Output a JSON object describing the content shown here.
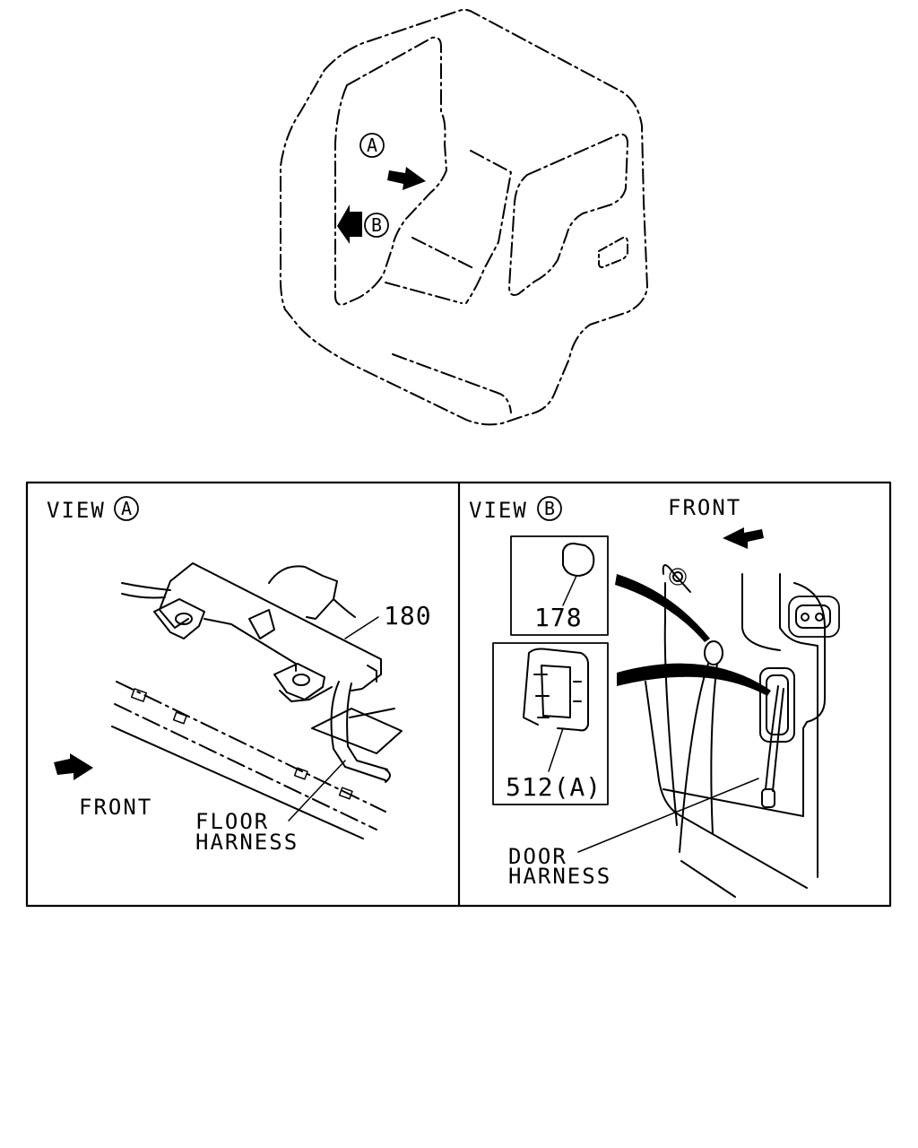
{
  "callouts": {
    "cab_a": "A",
    "cab_b": "B"
  },
  "view_a": {
    "title": "VIEW",
    "letter": "A",
    "part_number": "180",
    "front_label": "FRONT",
    "harness_line1": "FLOOR",
    "harness_line2": "HARNESS"
  },
  "view_b": {
    "title": "VIEW",
    "letter": "B",
    "front_label": "FRONT",
    "part_clip": "178",
    "part_grommet": "512(A)",
    "harness_line1": "DOOR",
    "harness_line2": "HARNESS"
  },
  "colors": {
    "ink": "#000000",
    "paper": "#ffffff"
  }
}
